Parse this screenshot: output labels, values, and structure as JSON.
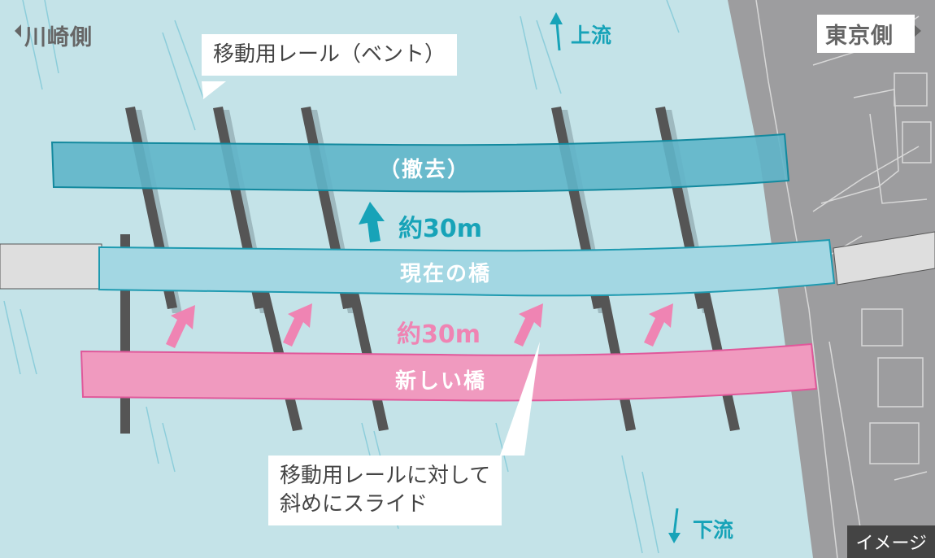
{
  "labels": {
    "kawasaki_side": "川崎側",
    "tokyo_side": "東京側",
    "upstream": "上流",
    "downstream": "下流",
    "image_badge": "イメージ"
  },
  "callouts": {
    "rail": "移動用レール（ベント）",
    "slide_line1": "移動用レールに対して",
    "slide_line2": "斜めにスライド"
  },
  "bridges": {
    "removed": "（撤去）",
    "current": "現在の橋",
    "new": "新しい橋"
  },
  "distances": {
    "upper": "約30m",
    "lower": "約30m"
  },
  "colors": {
    "water": "#c4e3e8",
    "land": "#9d9d9f",
    "removed_bridge": "#5fb5c9",
    "current_bridge": "#a3d7e3",
    "new_bridge": "#f09abf",
    "teal_accent": "#17a3b8",
    "pink_accent": "#ef84b3",
    "rail": "#555555"
  }
}
